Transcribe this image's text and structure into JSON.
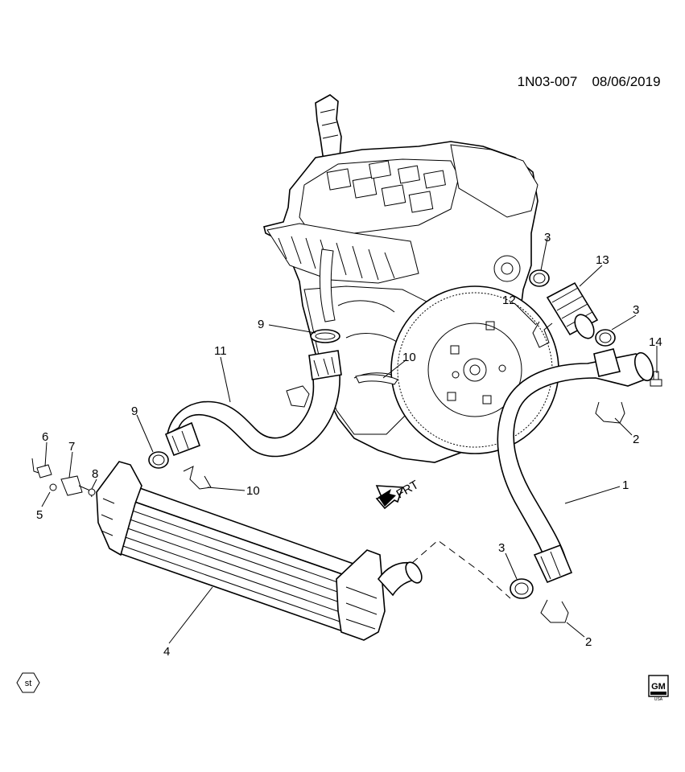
{
  "header": {
    "code": "1N03-007",
    "date": "08/06/2019"
  },
  "orientation": {
    "label": "FRT"
  },
  "footer": {
    "left_badge": "st",
    "brand_top": "GM",
    "brand_bottom": "USA"
  },
  "callouts": [
    {
      "id": "c1",
      "label": "1"
    },
    {
      "id": "c2a",
      "label": "2"
    },
    {
      "id": "c2b",
      "label": "2"
    },
    {
      "id": "c3a",
      "label": "3"
    },
    {
      "id": "c3b",
      "label": "3"
    },
    {
      "id": "c3c",
      "label": "3"
    },
    {
      "id": "c4",
      "label": "4"
    },
    {
      "id": "c5",
      "label": "5"
    },
    {
      "id": "c6",
      "label": "6"
    },
    {
      "id": "c7",
      "label": "7"
    },
    {
      "id": "c8",
      "label": "8"
    },
    {
      "id": "c9a",
      "label": "9"
    },
    {
      "id": "c9b",
      "label": "9"
    },
    {
      "id": "c10a",
      "label": "10"
    },
    {
      "id": "c10b",
      "label": "10"
    },
    {
      "id": "c11",
      "label": "11"
    },
    {
      "id": "c12",
      "label": "12"
    },
    {
      "id": "c13",
      "label": "13"
    },
    {
      "id": "c14",
      "label": "14"
    }
  ]
}
